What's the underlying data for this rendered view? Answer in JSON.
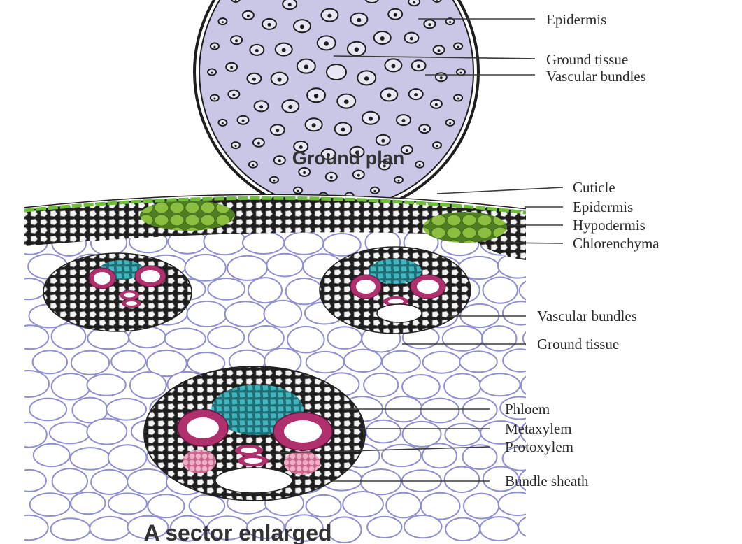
{
  "top_diagram": {
    "caption": "Ground plan",
    "labels": {
      "epidermis": "Epidermis",
      "ground_tissue": "Ground tissue",
      "vascular_bundles": "Vascular bundles"
    }
  },
  "bottom_diagram": {
    "caption": "A sector enlarged",
    "labels": {
      "cuticle": "Cuticle",
      "epidermis": "Epidermis",
      "hypodermis": "Hypodermis",
      "chlorenchyma": "Chlorenchyma",
      "vascular_bundles": "Vascular bundles",
      "ground_tissue": "Ground tissue",
      "phloem": "Phloem",
      "metaxylem": "Metaxylem",
      "protoxylem": "Protoxylem",
      "bundle_sheath": "Bundle sheath"
    }
  },
  "colors": {
    "ground_plan_fill": "#c9c6e6",
    "ground_tissue_cell_stroke": "#8e8ed0",
    "cuticle_green": "#6fbf3a",
    "chlorenchyma_green": "#8cbf3f",
    "phloem_teal": "#35a8b0",
    "xylem_magenta": "#b0306e",
    "protoxylem_pink": "#e8a0b8"
  }
}
